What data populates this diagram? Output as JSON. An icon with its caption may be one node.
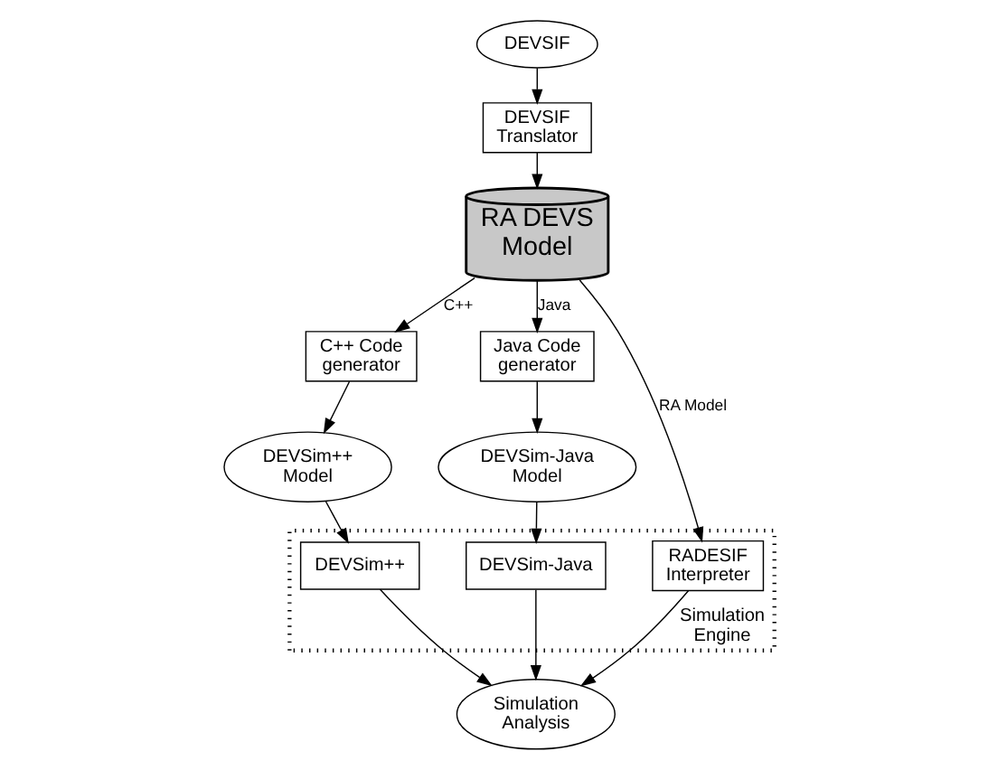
{
  "diagram": {
    "nodes": [
      {
        "text": [
          "DEVSIF"
        ]
      },
      {
        "text": [
          "DEVSIF Translator"
        ]
      },
      {
        "text": [
          "RA DEVS Model"
        ]
      },
      {
        "text": [
          "C++ Code generator"
        ]
      },
      {
        "text": [
          "Java Code generator"
        ]
      },
      {
        "text": [
          "DEVSim++ Model"
        ]
      },
      {
        "text": [
          "DEVSim-Java Model"
        ]
      },
      {
        "text": [
          "Simulation Engine"
        ]
      },
      {
        "text": [
          "DEVSim++"
        ],
        "in": 7
      },
      {
        "text": [
          "DEVSim-Java"
        ],
        "in": 7
      },
      {
        "text": [
          "RADESIF Interpreter"
        ],
        "in": 7
      },
      {
        "text": [
          "Simulation Analysis"
        ]
      }
    ],
    "edges": [
      {
        "from": 0,
        "to": 1,
        "arrow": "to"
      },
      {
        "from": 1,
        "to": 2,
        "arrow": "to"
      },
      {
        "from": 2,
        "to": 3,
        "arrow": "to",
        "label": "C++"
      },
      {
        "from": 2,
        "to": 4,
        "arrow": "to",
        "label": "Java"
      },
      {
        "from": 2,
        "to": 10,
        "arrow": "to",
        "label": "RA Model"
      },
      {
        "from": 3,
        "to": 5,
        "arrow": "to"
      },
      {
        "from": 4,
        "to": 6,
        "arrow": "to"
      },
      {
        "from": 5,
        "to": 8,
        "arrow": "to"
      },
      {
        "from": 6,
        "to": 9,
        "arrow": "to"
      },
      {
        "from": 8,
        "to": 11,
        "arrow": "to"
      },
      {
        "from": 9,
        "to": 11,
        "arrow": "to"
      },
      {
        "from": 10,
        "to": 11,
        "arrow": "to"
      }
    ]
  }
}
